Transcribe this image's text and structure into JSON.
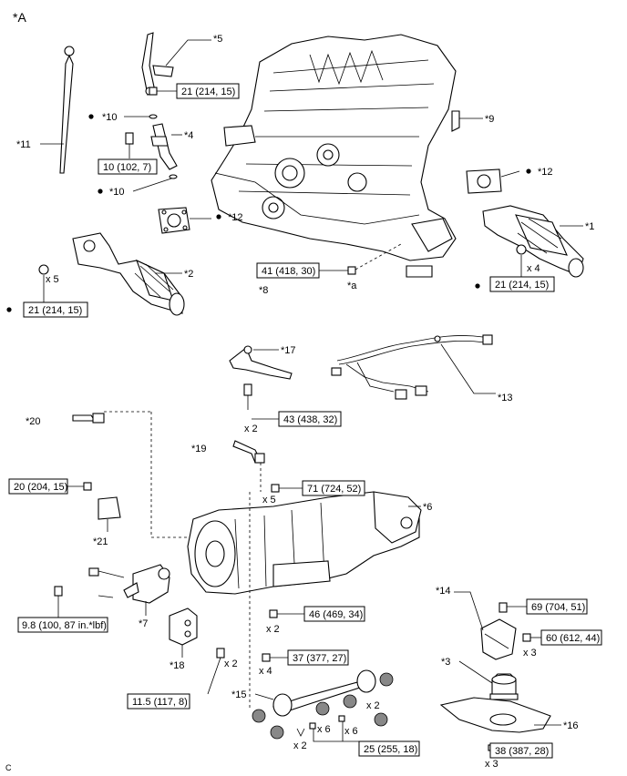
{
  "view_label": "*A",
  "corner_code": "C",
  "callouts": {
    "c1": "*1",
    "c2": "*2",
    "c3": "*3",
    "c4": "*4",
    "c5": "*5",
    "c6": "*6",
    "c7": "*7",
    "c8": "*8",
    "c9": "*9",
    "c10a": "*10",
    "c10b": "*10",
    "c11": "*11",
    "c12a": "*12",
    "c12b": "*12",
    "c13": "*13",
    "c14": "*14",
    "c15": "*15",
    "c16": "*16",
    "c17": "*17",
    "c18": "*18",
    "c19": "*19",
    "c20": "*20",
    "c21": "*21",
    "ca": "*a"
  },
  "torque": {
    "t_5": "21 (214, 15)",
    "t_4": "10 (102, 7)",
    "t_8": "41 (418, 30)",
    "t_1": "21 (214, 15)",
    "t_2": "21 (214, 15)",
    "t_17": "43 (438, 32)",
    "t_21": "20 (204, 15)",
    "t_6": "71 (724, 52)",
    "t_7": "9.8 (100, 87 in.*lbf)",
    "t_46": "46 (469, 34)",
    "t_69": "69 (704, 51)",
    "t_60": "60 (612, 44)",
    "t_37": "37 (377, 27)",
    "t_18": "11.5 (117, 8)",
    "t_25": "25 (255, 18)",
    "t_38": "38 (387, 28)"
  },
  "quantities": {
    "q_cat2": "x 5",
    "q_cat1": "x 4",
    "q_17": "x 2",
    "q_6": "x 5",
    "q_46": "x 2",
    "q_60": "x 3",
    "q_37": "x 4",
    "q_18": "x 2",
    "q_15a": "x 2",
    "q_15b": "x 6",
    "q_15c": "x 6",
    "q_15d": "x 2",
    "q_38": "x 3"
  },
  "icons": {
    "bullet": "non-reusable-part-bullet"
  }
}
